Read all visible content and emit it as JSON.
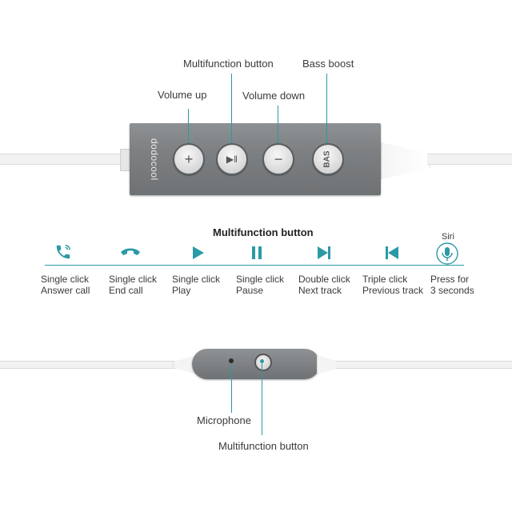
{
  "top": {
    "brand": "dodocool",
    "labels": {
      "multifunction": "Multifunction button",
      "bass": "Bass boost",
      "volume_up": "Volume up",
      "volume_down": "Volume down"
    },
    "buttons": {
      "plus": "+",
      "multi": "▶‖",
      "minus": "−",
      "bas": "BAS"
    }
  },
  "middle": {
    "title": "Multifunction button",
    "siri": "Siri",
    "functions": [
      {
        "icon": "phone-answer-icon",
        "line1": "Single click",
        "line2": "Answer call"
      },
      {
        "icon": "phone-hangup-icon",
        "line1": "Single click",
        "line2": "End call"
      },
      {
        "icon": "play-icon",
        "line1": "Single click",
        "line2": "Play"
      },
      {
        "icon": "pause-icon",
        "line1": "Single click",
        "line2": "Pause"
      },
      {
        "icon": "next-track-icon",
        "line1": "Double click",
        "line2": "Next track"
      },
      {
        "icon": "previous-track-icon",
        "line1": "Triple click",
        "line2": "Previous track"
      },
      {
        "icon": "microphone-icon",
        "line1": "Press for",
        "line2": "3 seconds"
      }
    ]
  },
  "bottom": {
    "microphone_label": "Microphone",
    "multifunction_label": "Multifunction button"
  },
  "colors": {
    "accent": "#2a9aa5",
    "remote_body": "#7d8082"
  }
}
